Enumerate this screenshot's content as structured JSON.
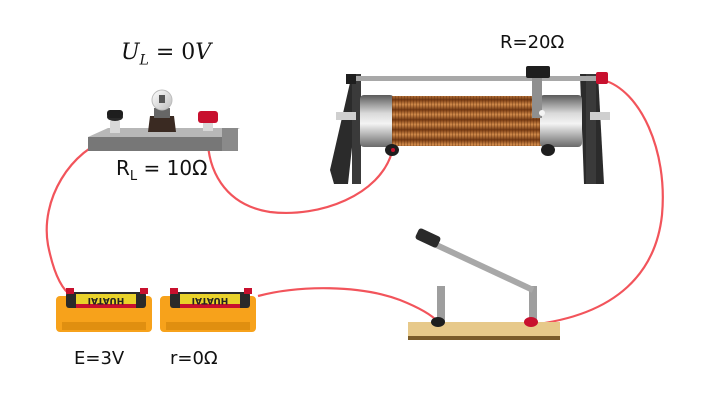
{
  "labels": {
    "load_voltage": {
      "symbol": "U",
      "sub": "L",
      "eq": " = ",
      "value": "0",
      "unit": "V"
    },
    "load_resistance": {
      "symbol": "R",
      "sub": "L",
      "text": " = 10Ω"
    },
    "rheostat": "R=20Ω",
    "emf": "E=3V",
    "internal_resistance": "r=0Ω"
  },
  "battery_brand": "HUATAI",
  "colors": {
    "wire": "#f2545b",
    "terminal_red": "#c8102e",
    "terminal_black": "#1e1e1e",
    "battery_case": "#f7a21b",
    "coil": "#b5652a",
    "base_wood": "#e7c98a"
  },
  "icons": [
    "lamp-bulb-icon",
    "terminal-icon"
  ]
}
